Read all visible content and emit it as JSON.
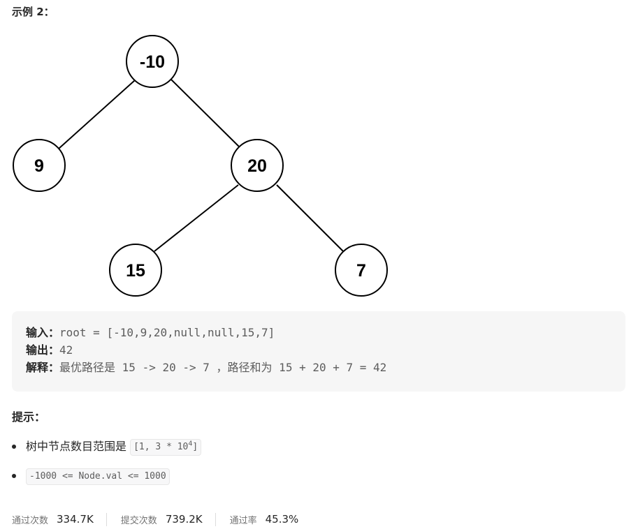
{
  "example": {
    "title": "示例 2：",
    "tree": {
      "nodes": [
        {
          "id": "root",
          "label": "-10"
        },
        {
          "id": "left",
          "label": "9"
        },
        {
          "id": "right",
          "label": "20"
        },
        {
          "id": "right-left",
          "label": "15"
        },
        {
          "id": "right-right",
          "label": "7"
        }
      ]
    },
    "input_label": "输入：",
    "input_value": "root = [-10,9,20,null,null,15,7]",
    "output_label": "输出：",
    "output_value": "42",
    "explanation_label": "解释：",
    "explanation_prefix": "最优路径是",
    "explanation_path": " 15 -> 20 -> 7 ",
    "explanation_mid": "，路径和为",
    "explanation_sum": " 15 + 20 + 7 = 42"
  },
  "hints": {
    "title": "提示：",
    "items": [
      {
        "text": "树中节点数目范围是",
        "code_prefix": "[1, 3 * 10",
        "code_sup": "4",
        "code_suffix": "]"
      },
      {
        "text": "",
        "code": "-1000 <= Node.val <= 1000"
      }
    ]
  },
  "stats": [
    {
      "label": "通过次数",
      "value": "334.7K"
    },
    {
      "label": "提交次数",
      "value": "739.2K"
    },
    {
      "label": "通过率",
      "value": "45.3%"
    }
  ]
}
